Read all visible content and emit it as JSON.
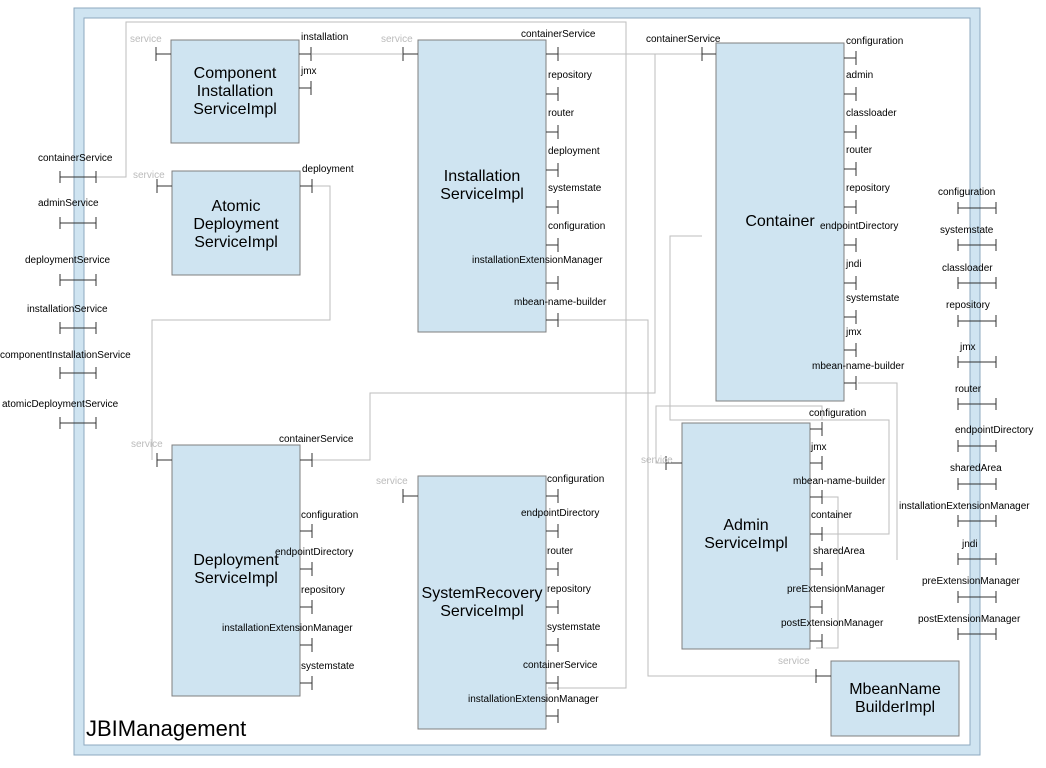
{
  "container": {
    "title": "JBIManagement"
  },
  "colors": {
    "frame_fill": "#cfe4f1",
    "frame_stroke": "#8da9bf",
    "box_fill": "#cfe4f1",
    "box_stroke": "#7f7f7f",
    "wire": "#bdbdbd",
    "port": "#333333",
    "service_label": "#bbbbbb",
    "text": "#000000"
  },
  "components": [
    {
      "id": "component-installation",
      "label": "Component\nInstallation\nServiceImpl",
      "service_label": "service",
      "references": [
        "installation",
        "jmx"
      ]
    },
    {
      "id": "atomic-deployment",
      "label": "Atomic\nDeployment\nServiceImpl",
      "service_label": "service",
      "references": [
        "deployment"
      ]
    },
    {
      "id": "installation-service",
      "label": "Installation\nServiceImpl",
      "service_label": "service",
      "references": [
        "containerService",
        "repository",
        "router",
        "deployment",
        "systemstate",
        "configuration",
        "installationExtensionManager",
        "mbean-name-builder"
      ]
    },
    {
      "id": "container",
      "label": "Container",
      "service_label": "containerService",
      "references": [
        "configuration",
        "admin",
        "classloader",
        "router",
        "repository",
        "endpointDirectory",
        "jndi",
        "systemstate",
        "jmx",
        "mbean-name-builder"
      ]
    },
    {
      "id": "deployment-service",
      "label": "Deployment\nServiceImpl",
      "service_label": "service",
      "references": [
        "containerService",
        "configuration",
        "endpointDirectory",
        "repository",
        "installationExtensionManager",
        "systemstate"
      ]
    },
    {
      "id": "system-recovery",
      "label": "SystemRecovery\nServiceImpl",
      "service_label": "service",
      "references": [
        "configuration",
        "endpointDirectory",
        "router",
        "repository",
        "systemstate",
        "containerService",
        "installationExtensionManager"
      ]
    },
    {
      "id": "admin-service",
      "label": "Admin\nServiceImpl",
      "service_label": "service",
      "references": [
        "configuration",
        "jmx",
        "mbean-name-builder",
        "container",
        "sharedArea",
        "preExtensionManager",
        "postExtensionManager"
      ]
    },
    {
      "id": "mbean-name-builder",
      "label": "MbeanName\nBuilderImpl",
      "service_label": "service",
      "references": []
    }
  ],
  "exposed_services": [
    "containerService",
    "adminService",
    "deploymentService",
    "installationService",
    "componentInstallationService",
    "atomicDeploymentService"
  ],
  "external_references": [
    "configuration",
    "systemstate",
    "classloader",
    "repository",
    "jmx",
    "router",
    "endpointDirectory",
    "sharedArea",
    "installationExtensionManager",
    "jndi",
    "preExtensionManager",
    "postExtensionManager"
  ]
}
